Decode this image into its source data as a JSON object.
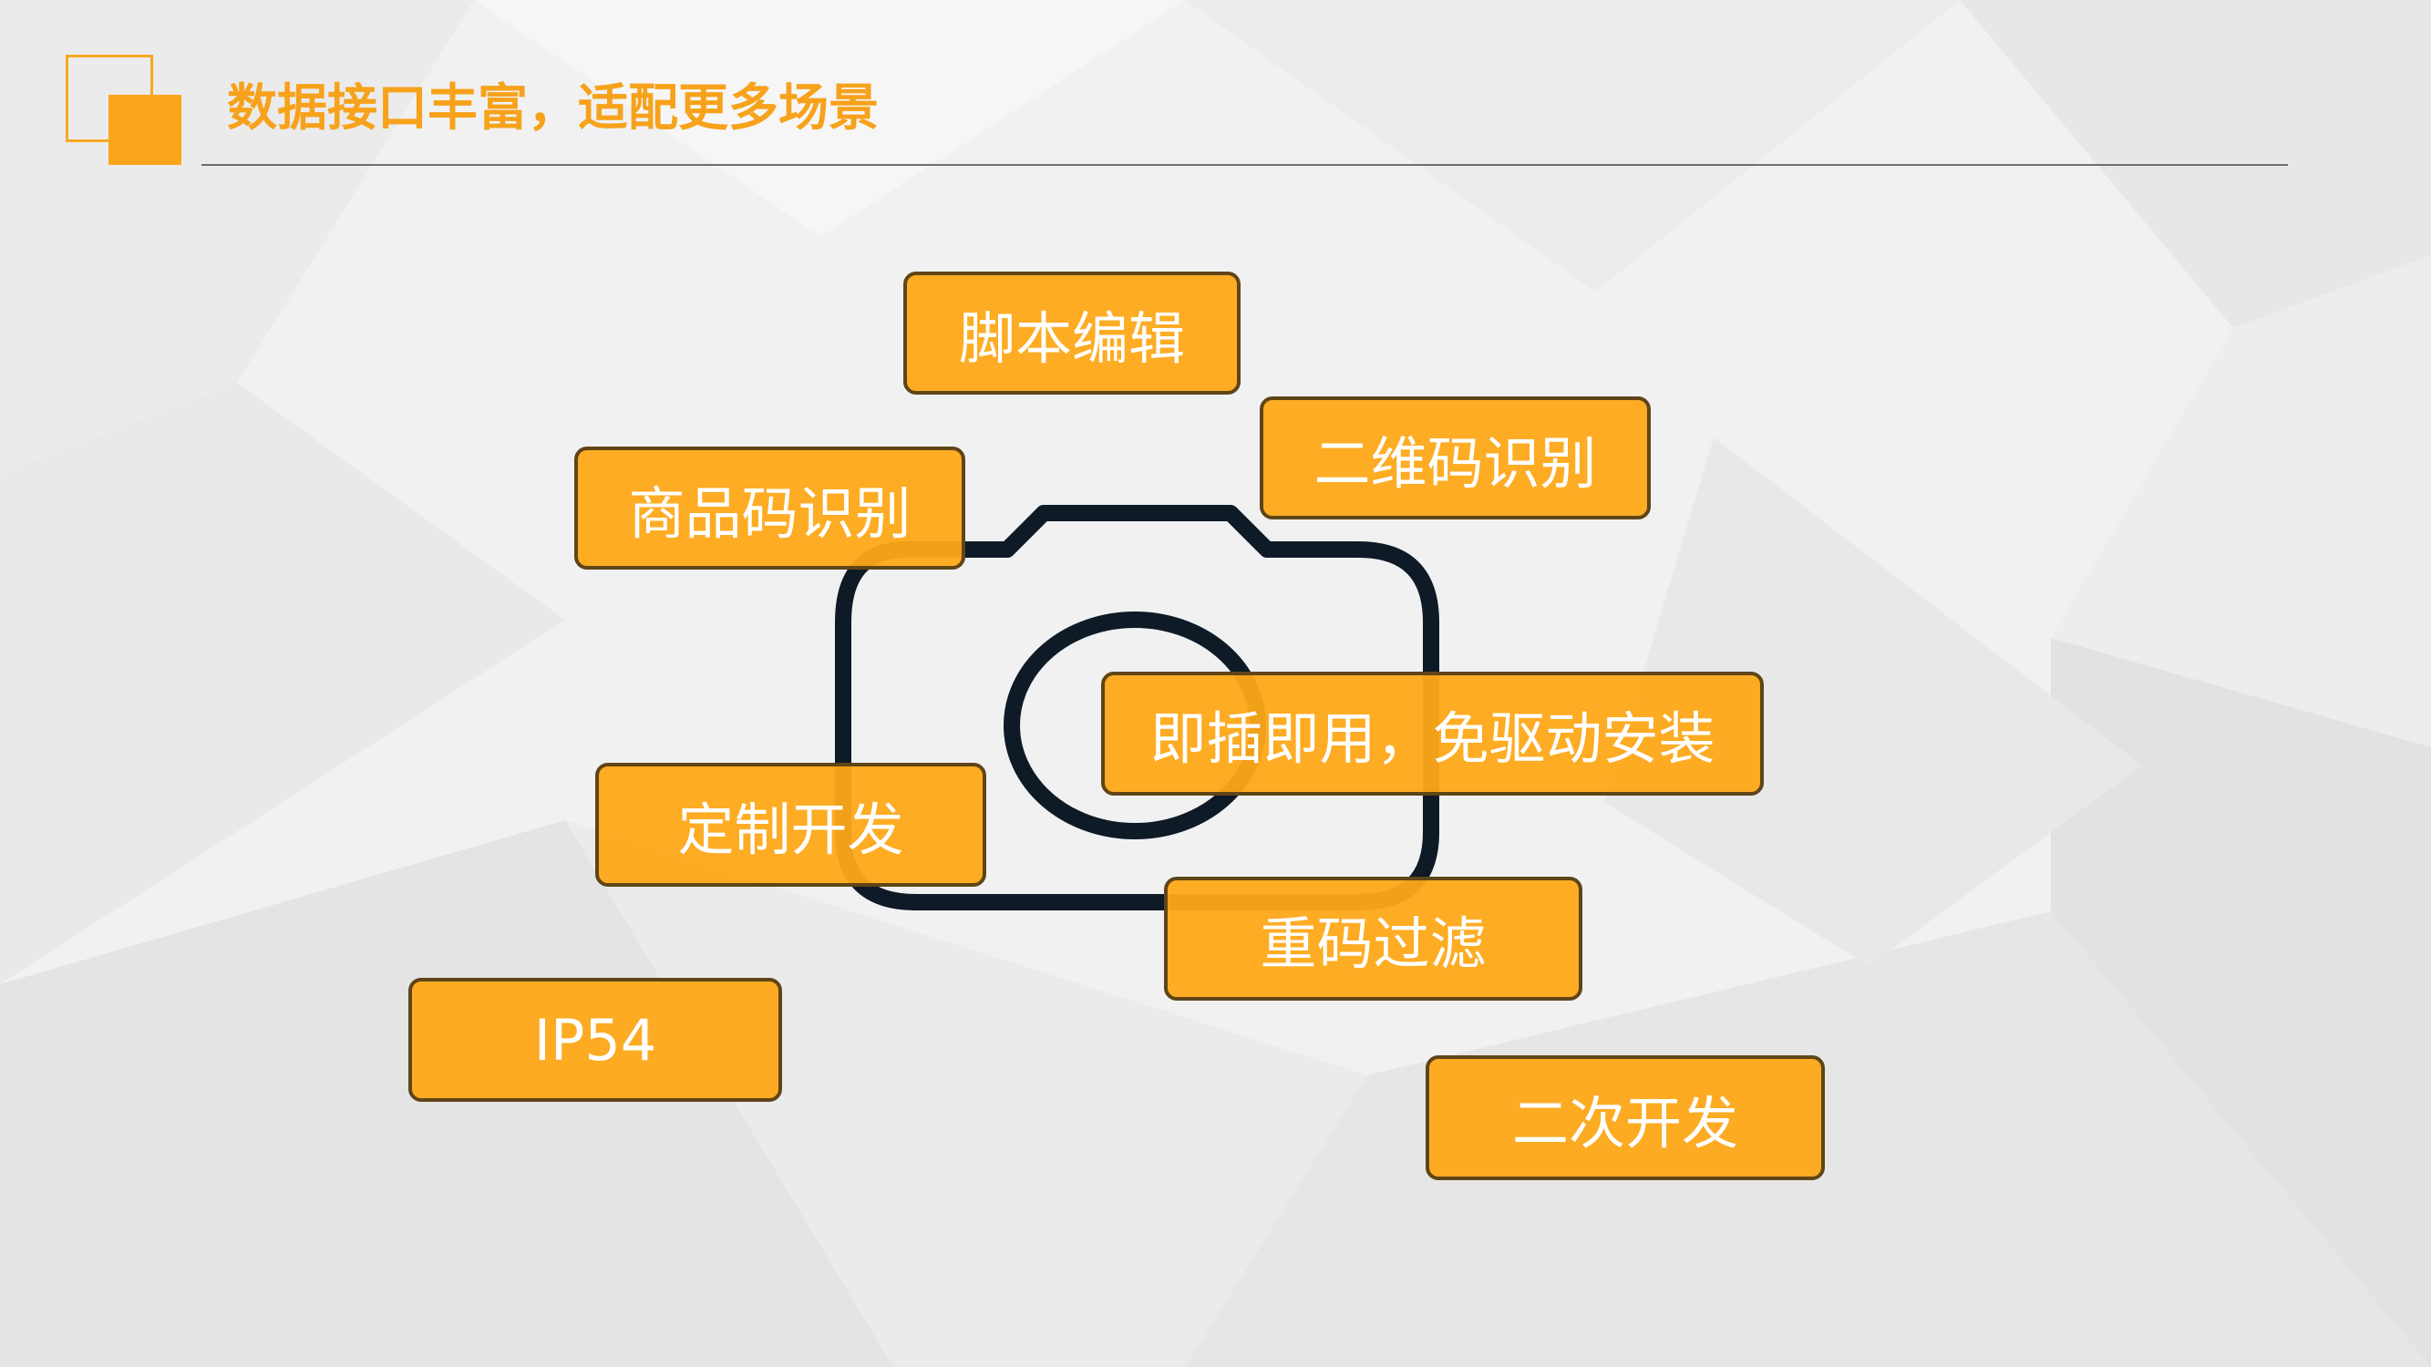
{
  "slide": {
    "title": "数据接口丰富，适配更多场景"
  },
  "colors": {
    "accent": "#fba51a",
    "tag_fill": "#fda818",
    "tag_border": "#5f4517",
    "camera_stroke": "#0f1a27",
    "rule": "#6f6f6f"
  },
  "icons": [
    "camera-icon"
  ],
  "features": {
    "script_edit": "脚本编辑",
    "qr_recognition": "二维码识别",
    "product_code_recognition": "商品码识别",
    "plug_and_play": "即插即用，免驱动安装",
    "custom_development": "定制开发",
    "duplicate_filter": "重码过滤",
    "ip_rating": "IP54",
    "secondary_development": "二次开发"
  }
}
